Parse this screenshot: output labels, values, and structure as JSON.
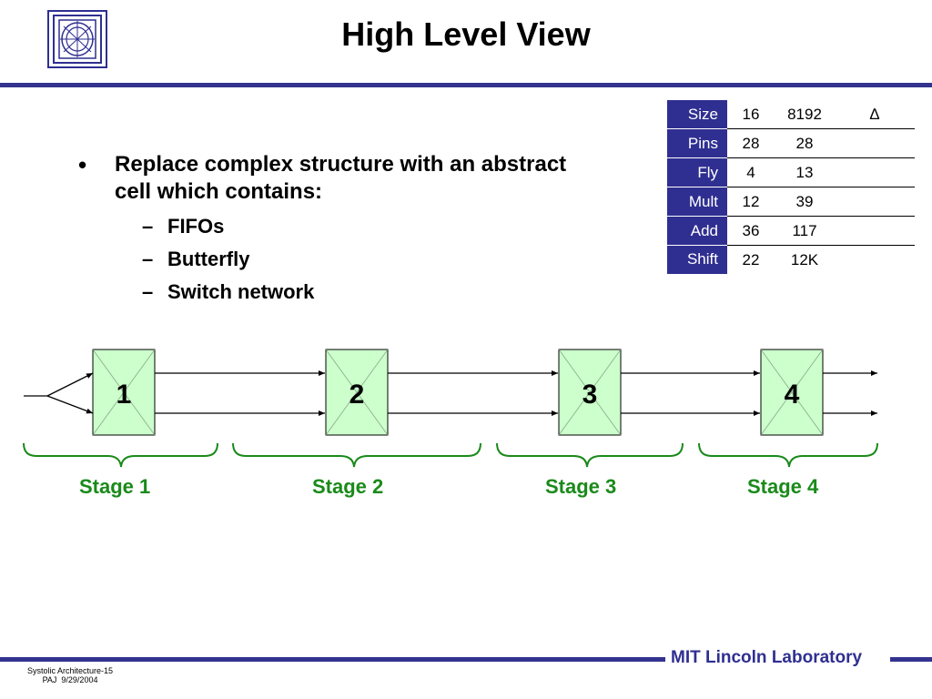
{
  "header": {
    "title": "High Level View"
  },
  "bullets": {
    "main": "Replace complex structure with an abstract cell which contains:",
    "bullet_glyph": "•",
    "dash_glyph": "–",
    "subitems": [
      "FIFOs",
      "Butterfly",
      "Switch network"
    ]
  },
  "table": {
    "rows": [
      {
        "label": "Size",
        "v1": "16",
        "v2": "8192",
        "v3": "∆"
      },
      {
        "label": "Pins",
        "v1": "28",
        "v2": "28",
        "v3": ""
      },
      {
        "label": "Fly",
        "v1": "4",
        "v2": "13",
        "v3": ""
      },
      {
        "label": "Mult",
        "v1": "12",
        "v2": "39",
        "v3": ""
      },
      {
        "label": "Add",
        "v1": "36",
        "v2": "117",
        "v3": ""
      },
      {
        "label": "Shift",
        "v1": "22",
        "v2": "12K",
        "v3": ""
      }
    ]
  },
  "diagram": {
    "cells": [
      "1",
      "2",
      "3",
      "4"
    ],
    "stages": [
      "Stage 1",
      "Stage 2",
      "Stage 3",
      "Stage 4"
    ],
    "colors": {
      "cell_fill": "#ccffcc",
      "brace": "#1a8a1a"
    }
  },
  "footer": {
    "lab": "MIT Lincoln Laboratory",
    "slide_id": "Systolic Architecture-15",
    "author_date": "PAJ  9/29/2004"
  },
  "colors": {
    "rule": "#33338f",
    "table_header": "#2f2f91"
  }
}
